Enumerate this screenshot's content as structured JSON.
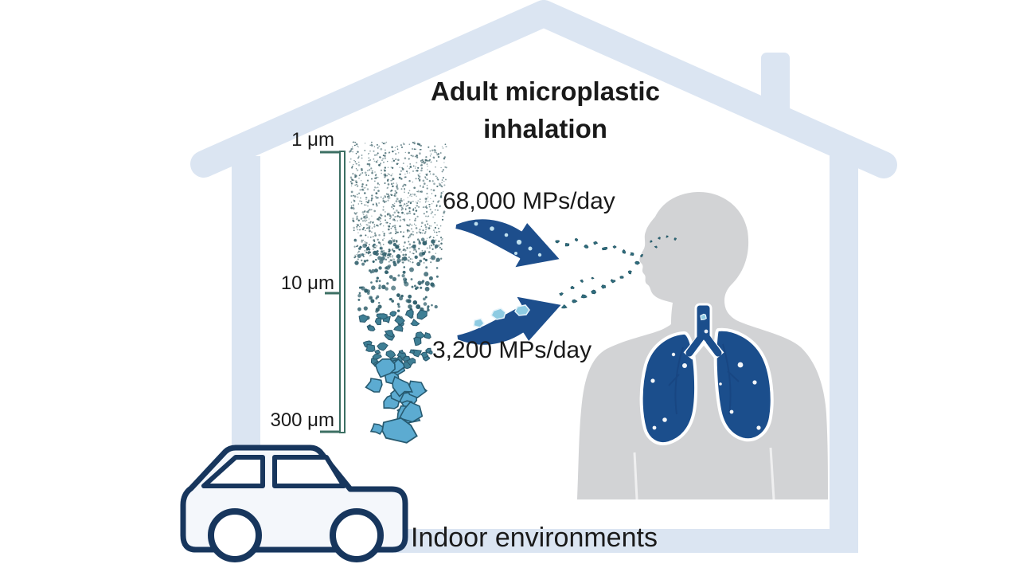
{
  "figure": {
    "title_line1": "Adult microplastic",
    "title_line2": "inhalation",
    "size_scale": {
      "top": "1 μm",
      "middle": "10 μm",
      "bottom": "300 μm",
      "size_bins_um": [
        1,
        10,
        300
      ]
    },
    "inhalation_rates": {
      "fine_label": "68,000 MPs/day",
      "coarse_label": "3,200 MPs/day",
      "fine_mps_per_day": 68000,
      "coarse_mps_per_day": 3200
    },
    "footer_label": "Indoor environments"
  },
  "colors": {
    "house_blue": "#dbe5f2",
    "body_gray": "#d2d3d5",
    "lung_navy": "#1b4e8c",
    "car_navy": "#17365d",
    "arrow_navy": "#1d4e8c",
    "plume_fine_teal": "#41666d",
    "particle_fill_blue": "#5cabd1",
    "particle_stroke_teal": "#275a70",
    "scale_bracket_green": "#3c6f63",
    "text_black": "#1a1a1a"
  },
  "icons": {
    "house-outline-icon": "svg-shape",
    "chimney-icon": "svg-shape",
    "size-scale-bracket-icon": "svg-shape",
    "particle-plume-icon": "svg-generated-dots",
    "curved-arrow-fine-icon": "svg-shape",
    "curved-arrow-coarse-icon": "svg-shape",
    "person-silhouette-icon": "svg-shape",
    "lungs-icon": "svg-shape",
    "car-icon": "svg-shape"
  }
}
